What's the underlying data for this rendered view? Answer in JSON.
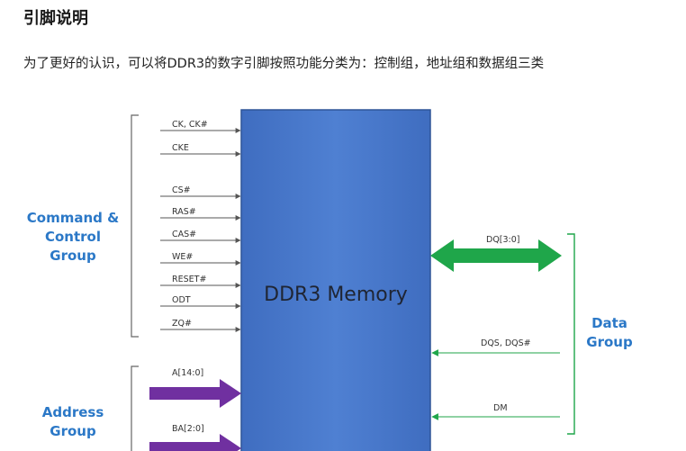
{
  "article": {
    "heading": "引脚说明",
    "paragraph": "为了更好的认识，可以将DDR3的数字引脚按照功能分类为：控制组，地址组和数据组三类"
  },
  "diagram": {
    "chip_label": "DDR3 Memory",
    "command_group": {
      "line1": "Command &",
      "line2": "Control",
      "line3": "Group",
      "signals": [
        "CK, CK#",
        "CKE",
        "CS#",
        "RAS#",
        "CAS#",
        "WE#",
        "RESET#",
        "ODT",
        "ZQ#"
      ]
    },
    "address_group": {
      "line1": "Address",
      "line2": "Group",
      "signals": [
        "A[14:0]",
        "BA[2:0]"
      ]
    },
    "data_group": {
      "line1": "Data",
      "line2": "Group",
      "signals": [
        "DQ[3:0]",
        "DQS, DQS#",
        "DM"
      ]
    },
    "colors": {
      "chip_fill": "#4a78c9",
      "command_text": "#2b78c7",
      "data_green": "#1fa64a",
      "address_purple": "#7030a0",
      "bracket_gray": "#666666"
    }
  }
}
